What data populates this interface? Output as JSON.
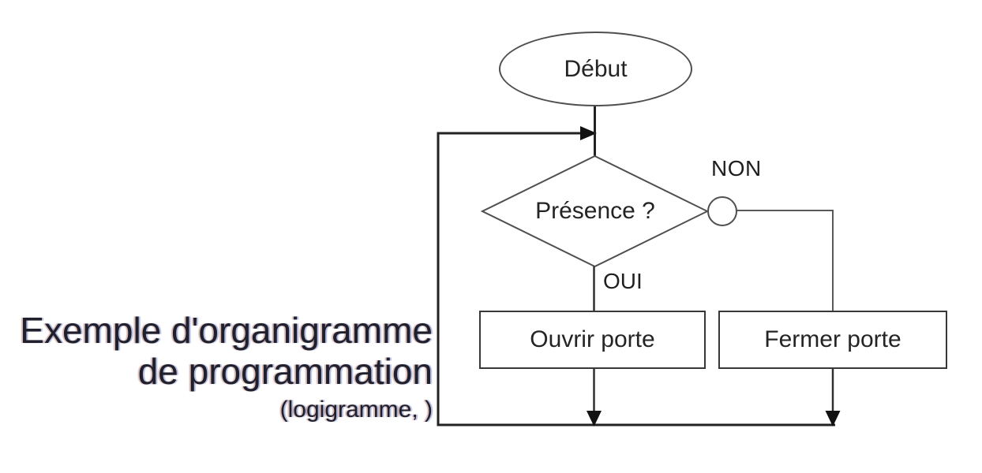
{
  "caption": {
    "line1": "Exemple d'organigramme",
    "line2": "de programmation",
    "line3": "(logigramme, )"
  },
  "flowchart": {
    "start_label": "Début",
    "decision_label": "Présence ?",
    "branch_no_label": "NON",
    "branch_yes_label": "OUI",
    "action_open_label": "Ouvrir porte",
    "action_close_label": "Fermer porte"
  },
  "colors": {
    "background": "#ffffff",
    "loop_connector": "#222222",
    "branch_connector": "#5a5a5a",
    "shape_outline": "#4f4f4f",
    "box_outline": "#383838",
    "label_text": "#242424",
    "caption_text": "#20202c"
  }
}
